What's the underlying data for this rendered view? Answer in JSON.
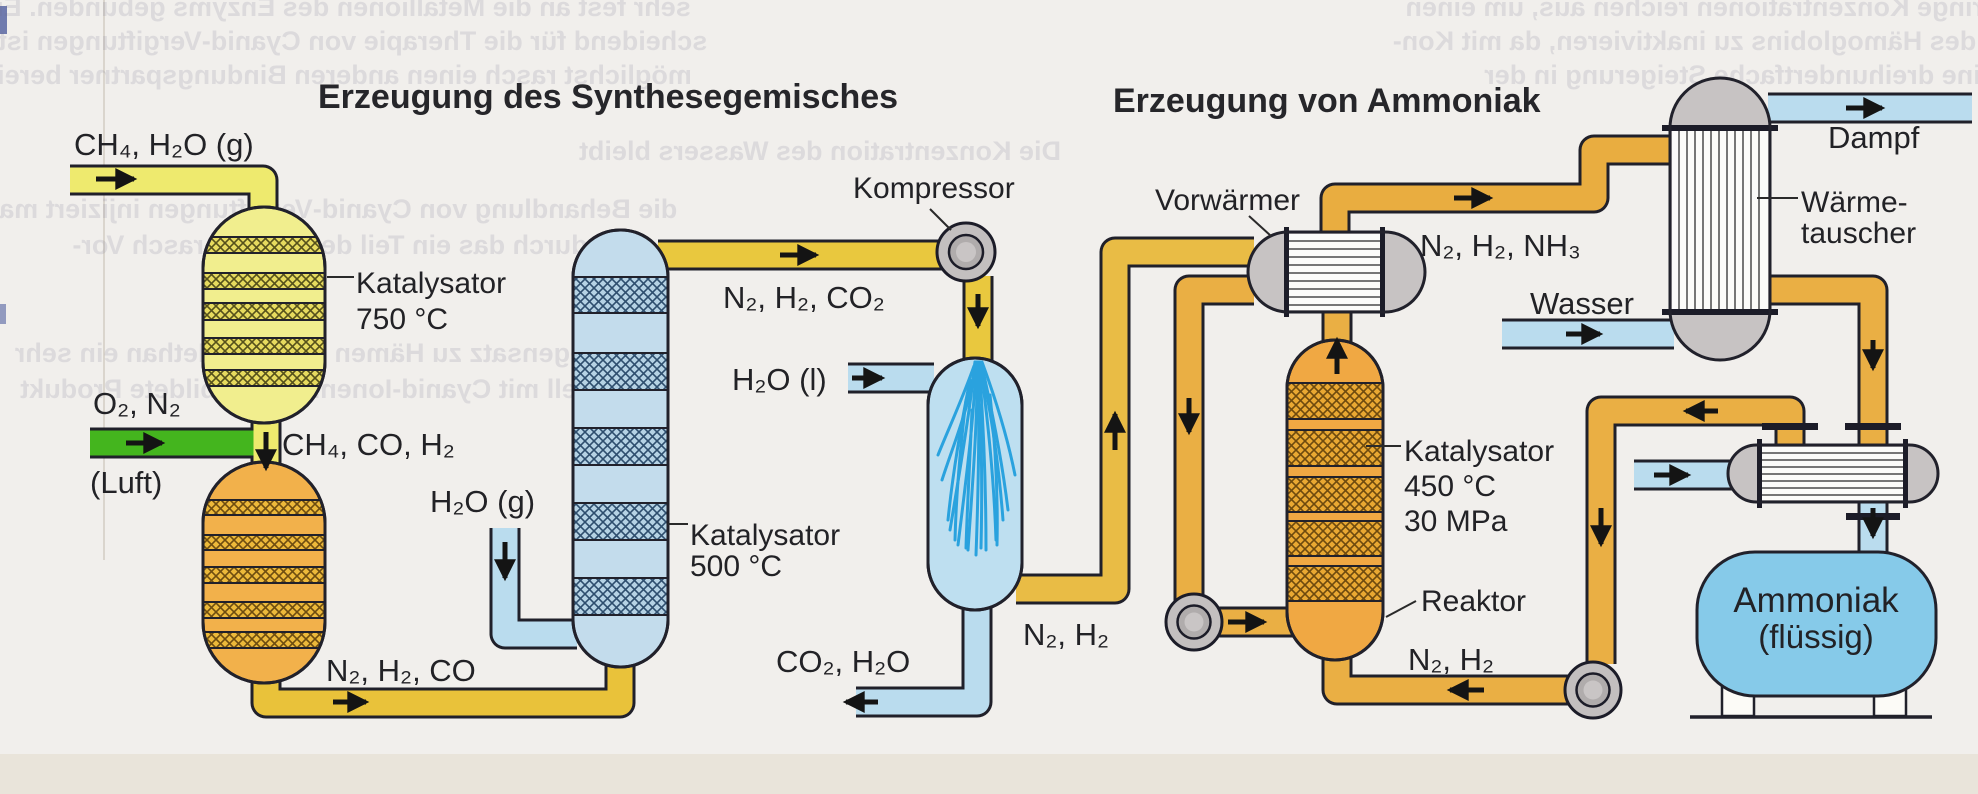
{
  "titles": {
    "left": "Erzeugung des Synthesegemisches",
    "right": "Erzeugung von Ammoniak"
  },
  "labels": {
    "feed": "CH₄, H₂O (g)",
    "kat750a": "Katalysator",
    "kat750b": "750 °C",
    "o2n2": "O₂, N₂",
    "luft": "(Luft)",
    "ch4coh2": "CH₄, CO, H₂",
    "h2og": "H₂O (g)",
    "kat500a": "Katalysator",
    "kat500b": "500 °C",
    "n2h2co": "N₂, H₂, CO",
    "kompressor": "Kompressor",
    "n2h2co2": "N₂, H₂, CO₂",
    "h2ol": "H₂O (l)",
    "co2h2o": "CO₂, H₂O",
    "n2h2_scrubber": "N₂, H₂",
    "vorwaermer": "Vorwärmer",
    "n2h2nh3": "N₂, H₂, NH₃",
    "dampf": "Dampf",
    "waerme1": "Wärme-",
    "waerme2": "tauscher",
    "wasser": "Wasser",
    "kat450a": "Katalysator",
    "kat450b": "450 °C",
    "kat450c": "30 MPa",
    "reaktor": "Reaktor",
    "n2h2_recycle": "N₂, H₂",
    "ammoniak1": "Ammoniak",
    "ammoniak2": "(flüssig)"
  },
  "icons": {
    "flow_arrow": "black solid triangle arrow",
    "compressor": "gray concentric-ring circle"
  },
  "colors": {
    "page_bg": "#f1efec",
    "bottom_strip": "#e9e4da",
    "pipe_pale_yellow": "#eeea6e",
    "pipe_yellow": "#e9c83e",
    "pipe_syngas": "#e9c23a",
    "pipe_orange": "#eaaf44",
    "pipe_blue": "#badcee",
    "pipe_green": "#44b51e",
    "vessel_reformer1": "#f1ee8e",
    "vessel_reformer2": "#f2b14b",
    "vessel_shift": "#c3dcec",
    "vessel_scrubber": "#bedff0",
    "vessel_reactor": "#f0a843",
    "tank_blue": "#86cae9",
    "equip_gray": "#c7c3c3",
    "label_red": "#cf2b24",
    "outline": "#21212b",
    "spray_blue": "#2aa2de"
  },
  "ghost": [
    "sehr fest an die Metallionen des Enzyms gebunden. Ent-",
    "scheidend für die Therapie von Cyanid-Vergiftungen ist es,",
    "möglichst rasch einen anderen Bindungspartner bereit",
    "die Behandlung von Cyanid-Vergiftungen injiziert man",
    "durch das ein Teil des Eisens rasch Vor-",
    "Im Gegensatz zu Hämen reagiert Methan ein sehr",
    "schnell mit Cyanid-Ionen. Das gebildete Produkt",
    "Schon geringe Konzentrationen reichen aus, um einen",
    "großen Teil des Hämoglobins zu inaktivieren, da mit Kon-",
    "eine dreihundertfache Steigerung in der",
    "Die Konzentration des Wassers bleibt"
  ]
}
